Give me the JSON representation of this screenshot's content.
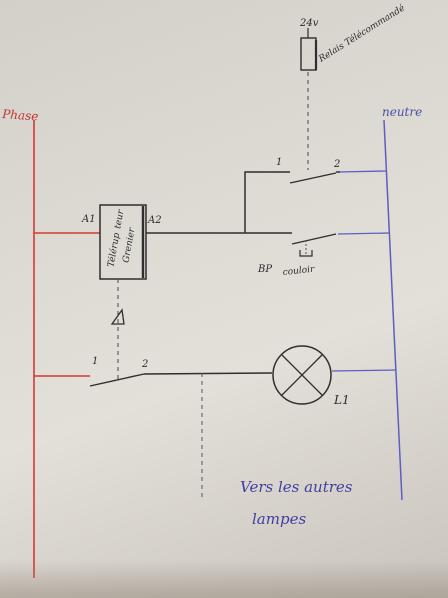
{
  "labels": {
    "phase": "Phase",
    "neutre": "neutre",
    "voltage": "24v",
    "relais": "Relais Télécommandé",
    "a1": "A1",
    "a2": "A2",
    "telerupteur_line1": "Télérup",
    "telerupteur_line2": "teur",
    "telerupteur_line3": "Grenier",
    "contact_top_1": "1",
    "contact_top_2": "2",
    "bp": "BP",
    "couloir": "couloir",
    "contact_bottom_1": "1",
    "contact_bottom_2": "2",
    "lamp": "L1",
    "note_line1": "Vers les autres",
    "note_line2": "lampes"
  },
  "colors": {
    "phase": "#d43a33",
    "neutre": "#5a5fc4",
    "pencil": "#2e2e2e",
    "note_ink": "#3f3fa0"
  }
}
